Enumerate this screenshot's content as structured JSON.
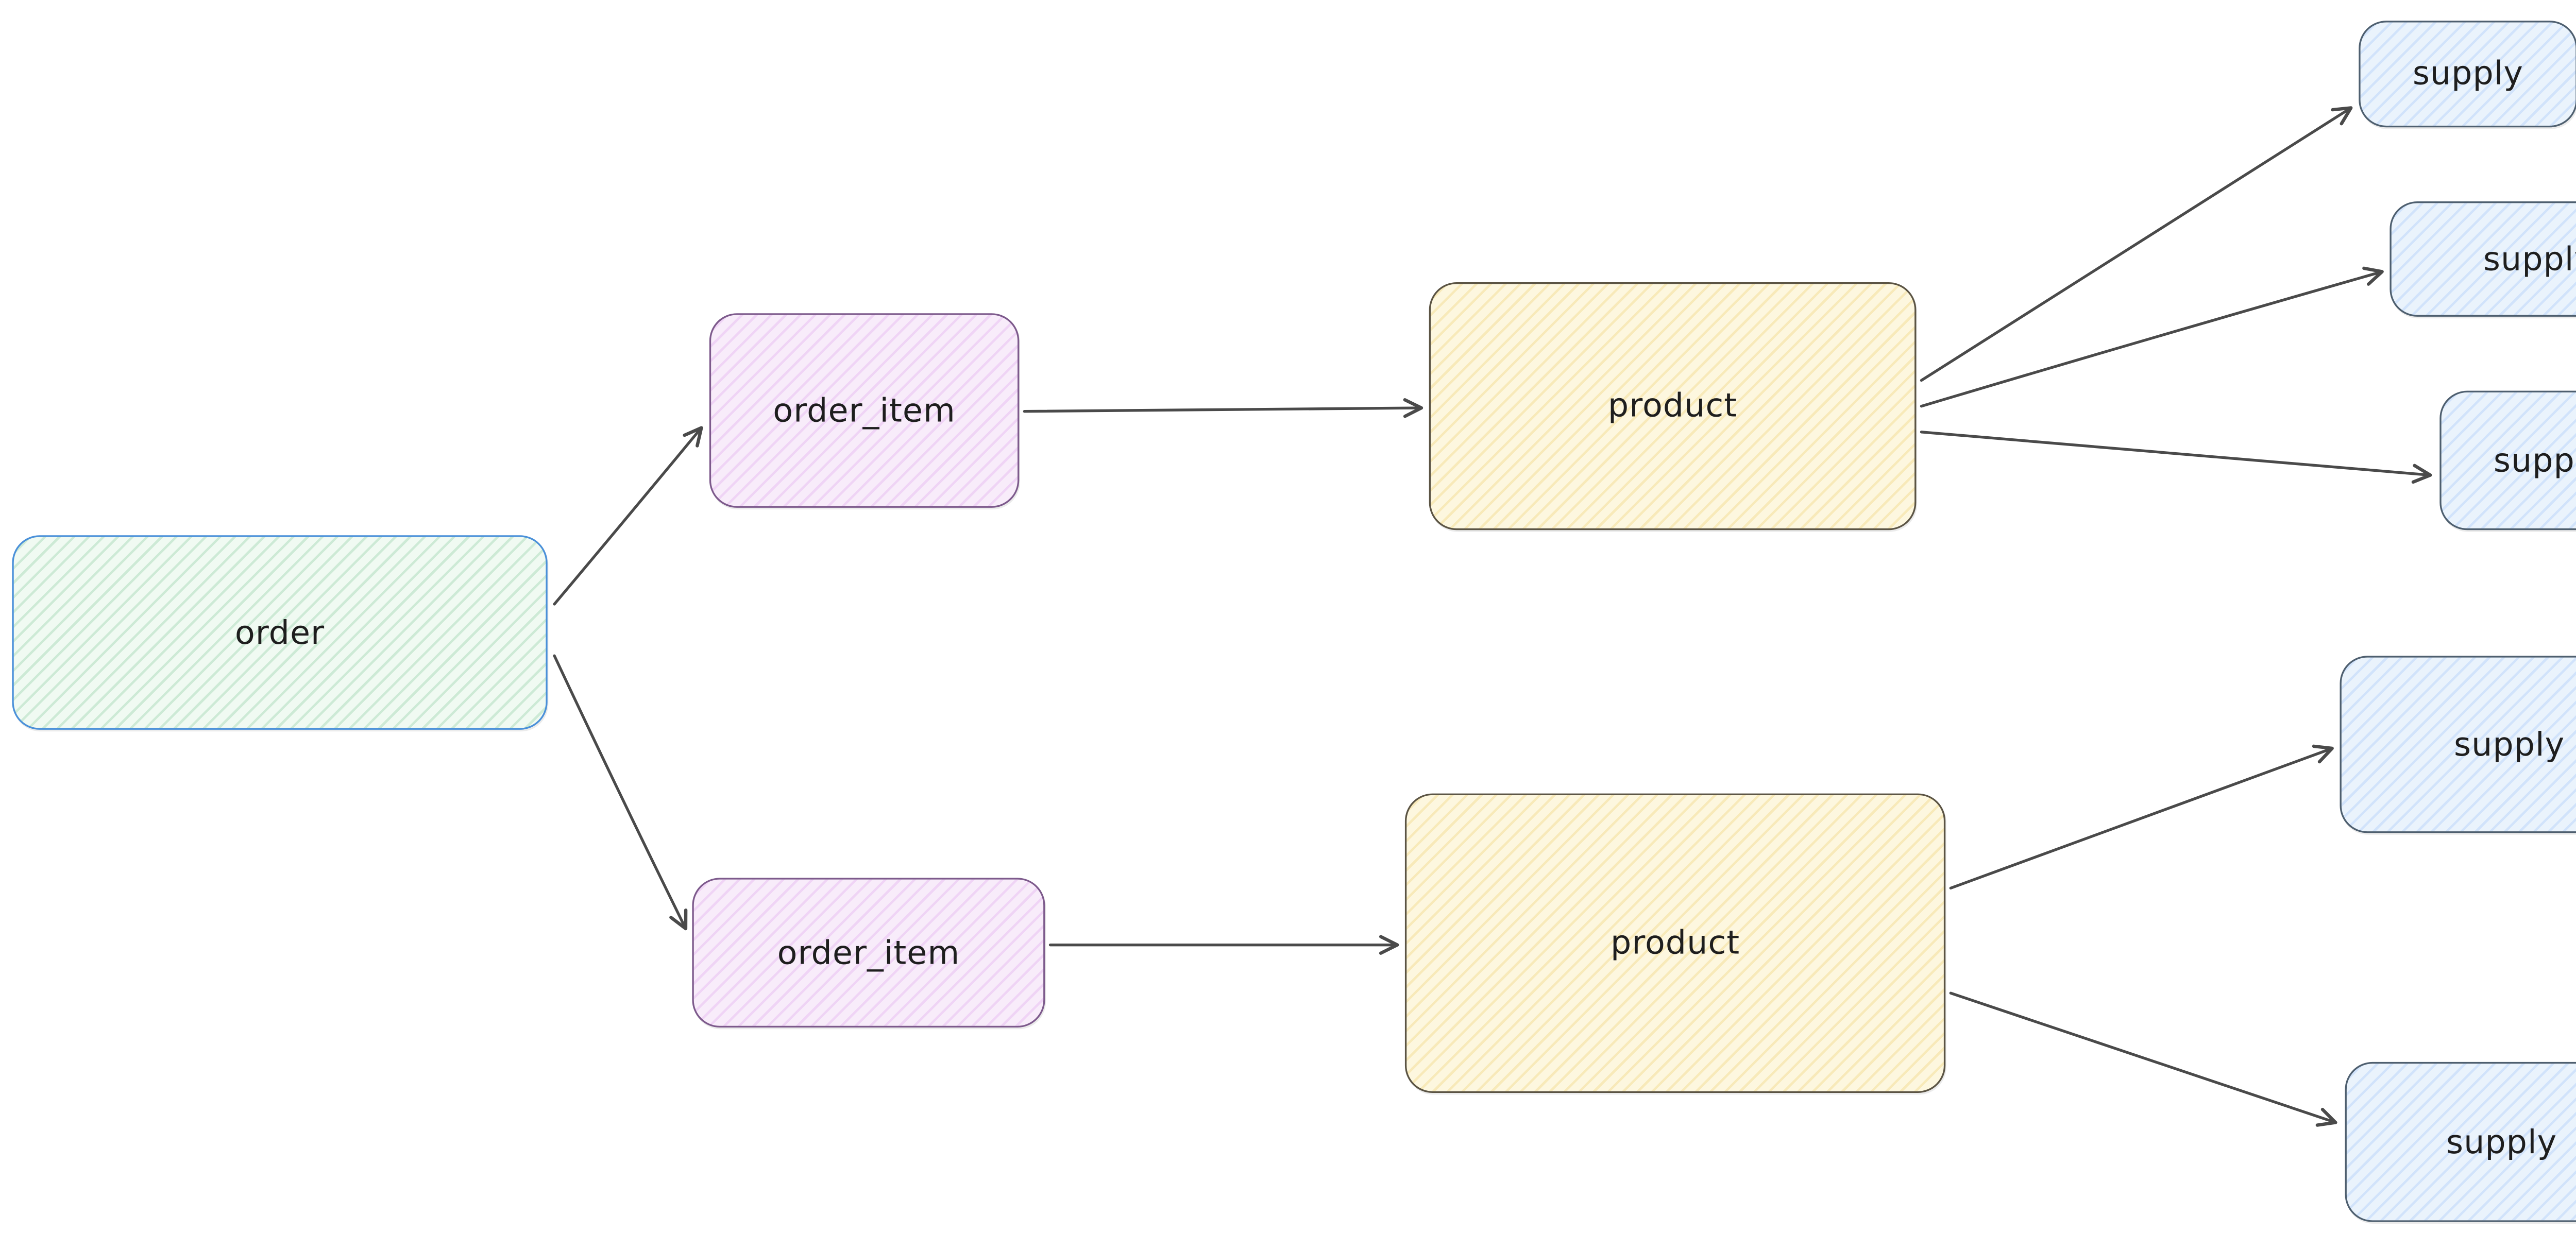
{
  "diagram": {
    "kind": "entity-flow-diagram",
    "background": "#ffffff"
  },
  "nodes": [
    {
      "id": "order",
      "label": "order",
      "type": "order"
    },
    {
      "id": "order_item_top",
      "label": "order_item",
      "type": "order_item"
    },
    {
      "id": "order_item_bottom",
      "label": "order_item",
      "type": "order_item"
    },
    {
      "id": "product_top",
      "label": "product",
      "type": "product"
    },
    {
      "id": "product_bottom",
      "label": "product",
      "type": "product"
    },
    {
      "id": "supply_1",
      "label": "supply",
      "type": "supply"
    },
    {
      "id": "supply_2",
      "label": "supply",
      "type": "supply"
    },
    {
      "id": "supply_3",
      "label": "supply",
      "type": "supply"
    },
    {
      "id": "supply_4",
      "label": "supply",
      "type": "supply"
    },
    {
      "id": "supply_5",
      "label": "supply",
      "type": "supply"
    }
  ],
  "edges": [
    {
      "from": "order",
      "to": "order_item_top"
    },
    {
      "from": "order",
      "to": "order_item_bottom"
    },
    {
      "from": "order_item_top",
      "to": "product_top"
    },
    {
      "from": "order_item_bottom",
      "to": "product_bottom"
    },
    {
      "from": "product_top",
      "to": "supply_1"
    },
    {
      "from": "product_top",
      "to": "supply_2"
    },
    {
      "from": "product_top",
      "to": "supply_3"
    },
    {
      "from": "product_bottom",
      "to": "supply_4"
    },
    {
      "from": "product_bottom",
      "to": "supply_5"
    }
  ],
  "colors": {
    "order_fill": "#f0faf2",
    "order_stroke": "#4a90d9",
    "order_item_fill": "#f8ecfa",
    "order_item_stroke": "#7d5a8c",
    "product_fill": "#fdf7df",
    "product_stroke": "#5b5444",
    "supply_fill": "#eaf3fc",
    "supply_stroke": "#4e5f6f",
    "arrow": "#4a4a4a",
    "text": "#1e1e1e",
    "background": "#ffffff"
  }
}
